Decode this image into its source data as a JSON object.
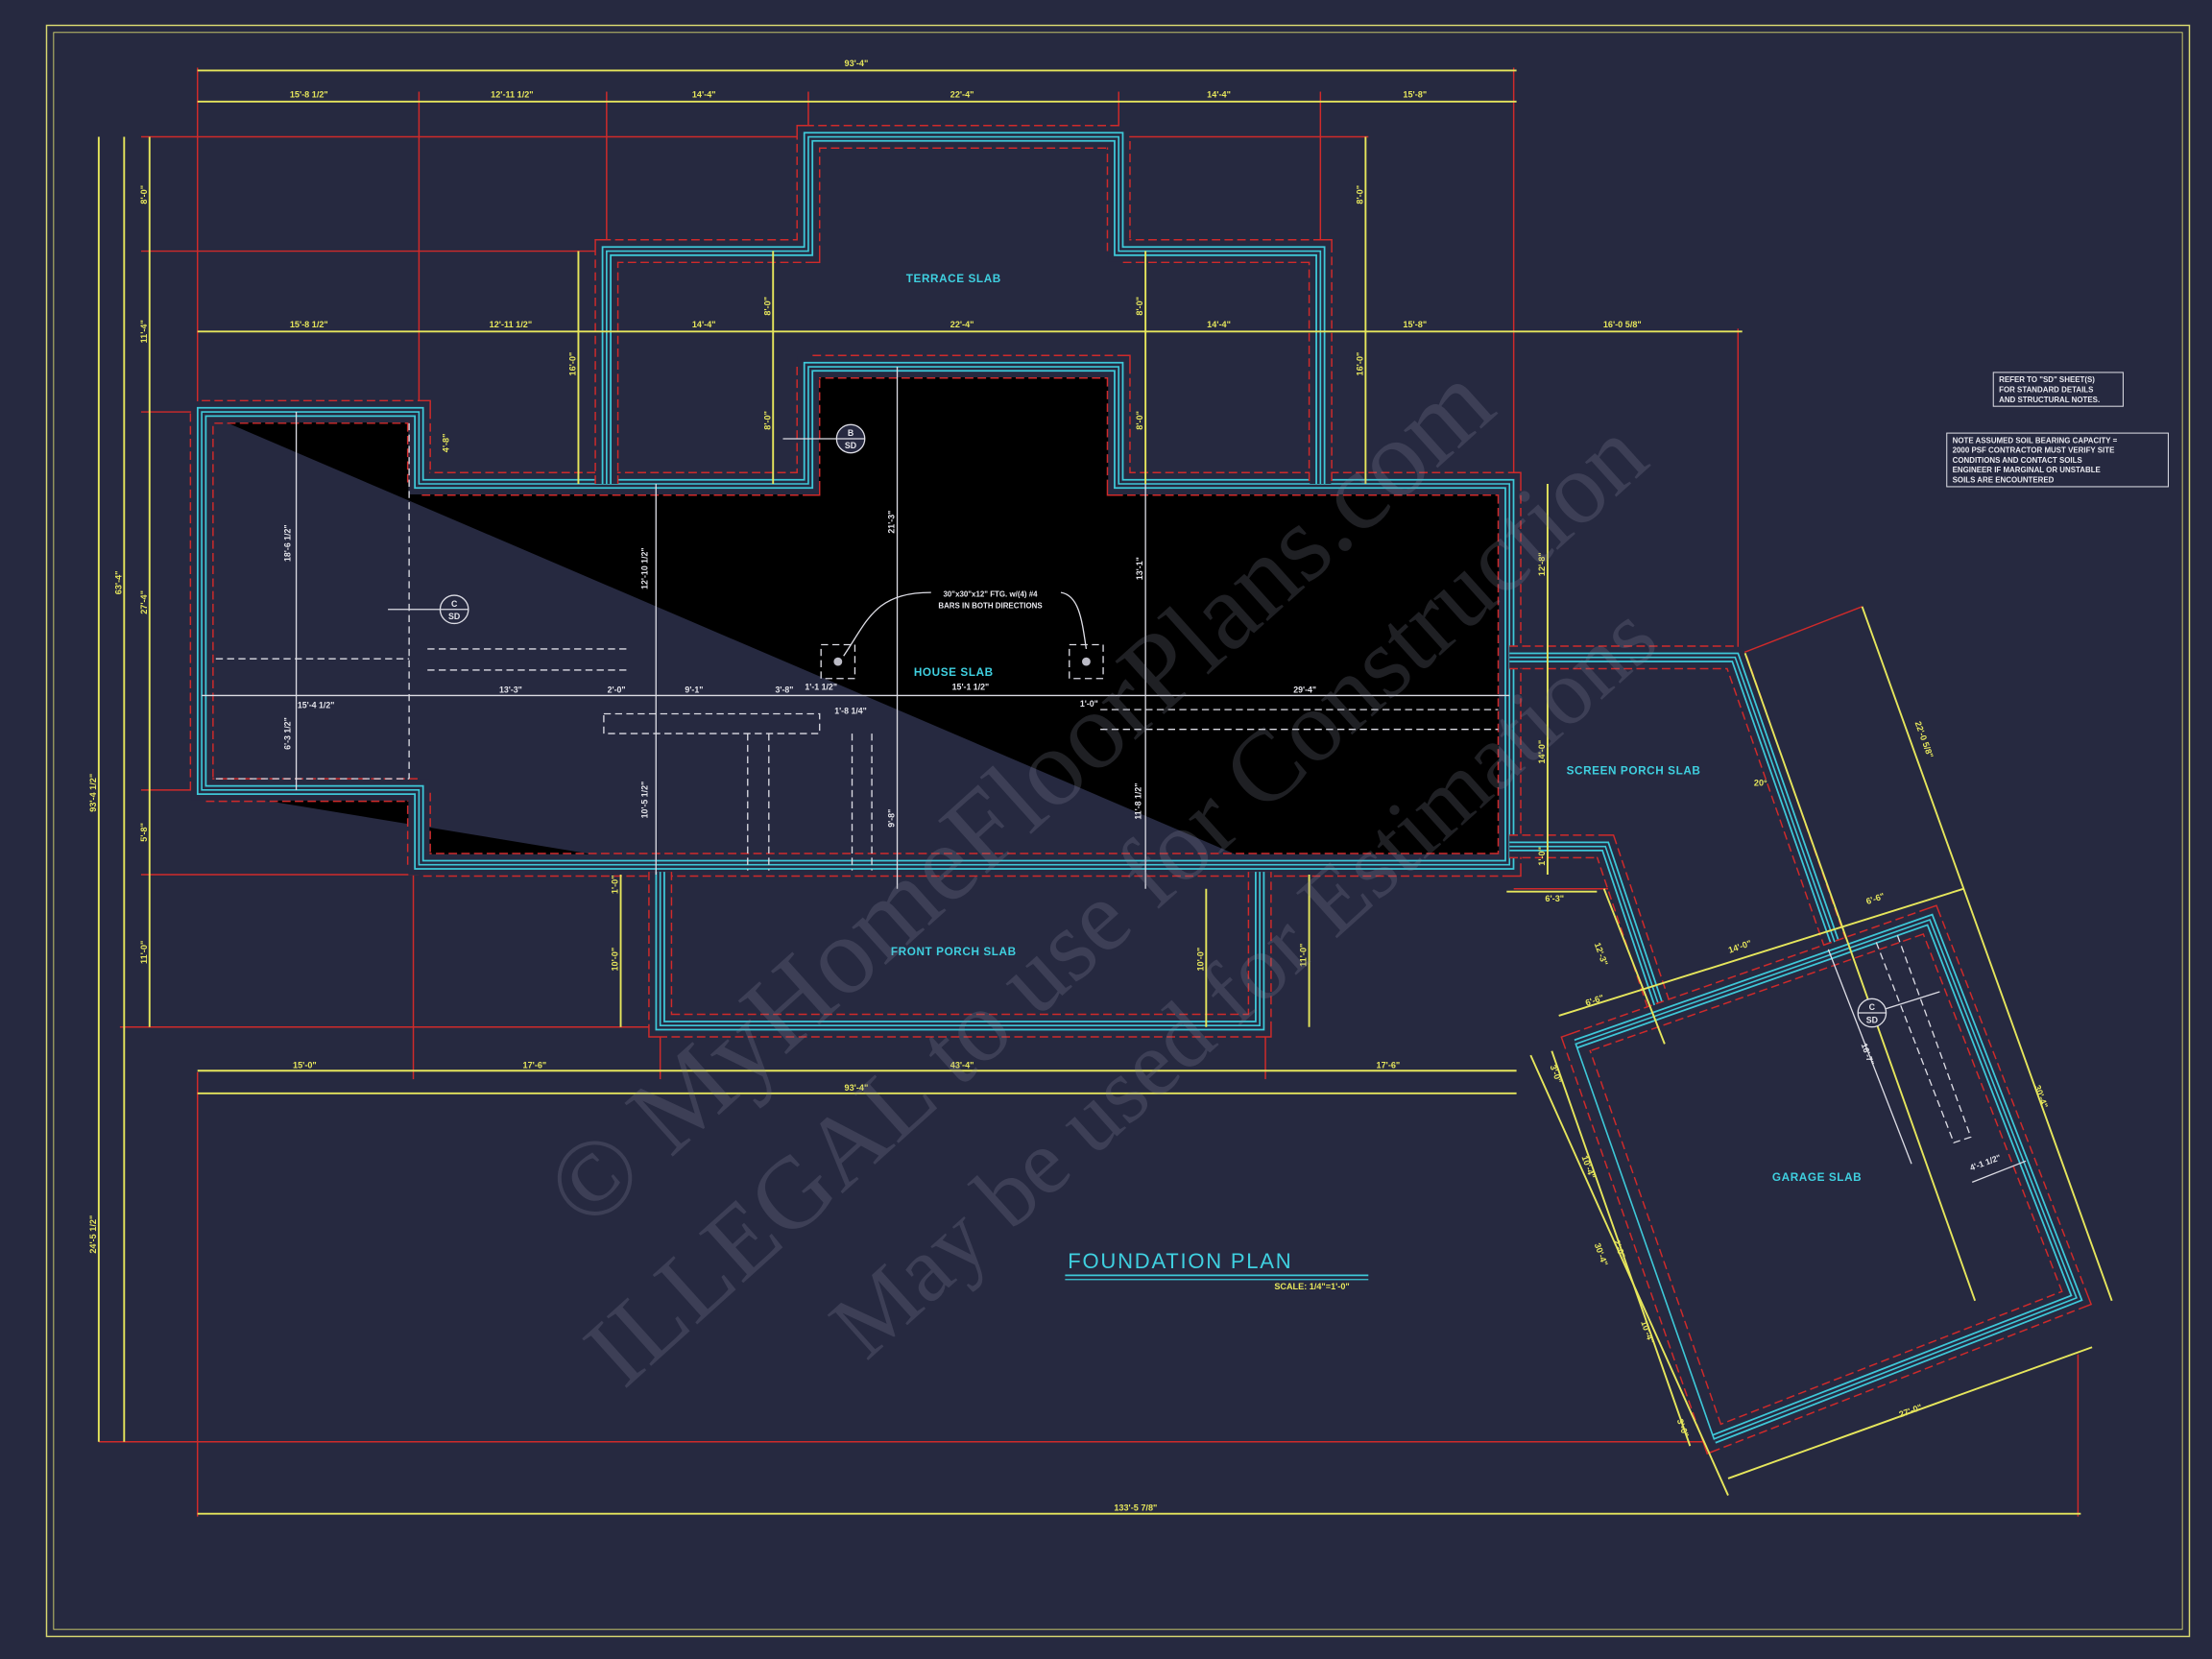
{
  "title": {
    "text": "FOUNDATION PLAN",
    "scale": "SCALE: 1/4\"=1'-0\""
  },
  "notes": {
    "refer": [
      "REFER TO \"SD\" SHEET(S)",
      "FOR STANDARD DETAILS",
      "AND STRUCTURAL NOTES."
    ],
    "soil": [
      "NOTE ASSUMED SOIL BEARING CAPACITY =",
      "2000 PSF CONTRACTOR MUST VERIFY SITE",
      "CONDITIONS AND CONTACT SOILS",
      "ENGINEER IF MARGINAL OR UNSTABLE",
      "SOILS ARE ENCOUNTERED"
    ],
    "footing": [
      "30\"x30\"x12\" FTG. w/(4) #4",
      "BARS IN BOTH DIRECTIONS"
    ]
  },
  "slabs": {
    "terrace": "TERRACE SLAB",
    "house": "HOUSE SLAB",
    "front_porch": "FRONT PORCH SLAB",
    "screen_porch": "SCREEN PORCH SLAB",
    "garage": "GARAGE SLAB"
  },
  "section_markers": [
    {
      "letter": "B",
      "sheet": "SD"
    },
    {
      "letter": "C",
      "sheet": "SD"
    },
    {
      "letter": "C",
      "sheet": "SD"
    }
  ],
  "dims": {
    "top_overall": "93'-4\"",
    "top_row": [
      "15'-8 1/2\"",
      "12'-11 1/2\"",
      "14'-4\"",
      "22'-4\"",
      "14'-4\"",
      "15'-8\""
    ],
    "mid_row": [
      "15'-8 1/2\"",
      "12'-11 1/2\"",
      "14'-4\"",
      "22'-4\"",
      "14'-4\"",
      "15'-8\"",
      "16'-0 5/8\""
    ],
    "bottom_row": [
      "15'-0\"",
      "17'-6\"",
      "43'-4\"",
      "17'-6\""
    ],
    "bottom_overall": "93'-4\"",
    "site_overall": "133'-5 7/8\"",
    "left_outer": [
      "93'-4 1/2\"",
      "24'-5 1/2\""
    ],
    "left_mid": "63'-4\"",
    "left_inner": [
      "8'-0\"",
      "11'-4\"",
      "27'-4\"",
      "5'-8\"",
      "11'-0\""
    ],
    "interior_vertical": [
      "16'-0\"",
      "4'-8\"",
      "8'-0\"",
      "8'-0\"",
      "8'-0\"",
      "8'-0\"",
      "8'-0\"",
      "16'-0\"",
      "12'-8\"",
      "14'-0\"",
      "1'-0\"",
      "1'-0\"",
      "10'-0\"",
      "10'-0\"",
      "11'-0\""
    ],
    "house_interior": [
      "13'-3\"",
      "2'-0\"",
      "9'-1\"",
      "3'-8\"",
      "1'-1 1/2\"",
      "15'-1 1/2\"",
      "29'-4\"",
      "1'-0\"",
      "1'-8 1/4\"",
      "15'-4 1/2\"",
      "18'-6 1/2\"",
      "6'-3 1/2\"",
      "12'-10 1/2\"",
      "10'-5 1/2\"",
      "21'-3\"",
      "13'-1\"",
      "11'-8 1/2\"",
      "9'-8\""
    ],
    "garage": [
      "22'-0 5/8\"",
      "6'-3\"",
      "12'-3\"",
      "14'-0\"",
      "6'-6\"",
      "6'-6\"",
      "20°",
      "30'-4\"",
      "30'-4\"",
      "10'-4\"",
      "10'-4\"",
      "3'-0\"",
      "3'-0\"",
      "2'-0\"",
      "27'-0\"",
      "16'-7\"",
      "4'-1 1/2\""
    ]
  },
  "watermark": [
    "© MyHomeFloorPlans.com",
    "ILLEGAL to use for Construction",
    "May be used for Estimations"
  ],
  "colors": {
    "background": "#262940",
    "wall": "#3ec8d8",
    "dimension": "#e6e65c",
    "footing": "#d02a2a"
  }
}
